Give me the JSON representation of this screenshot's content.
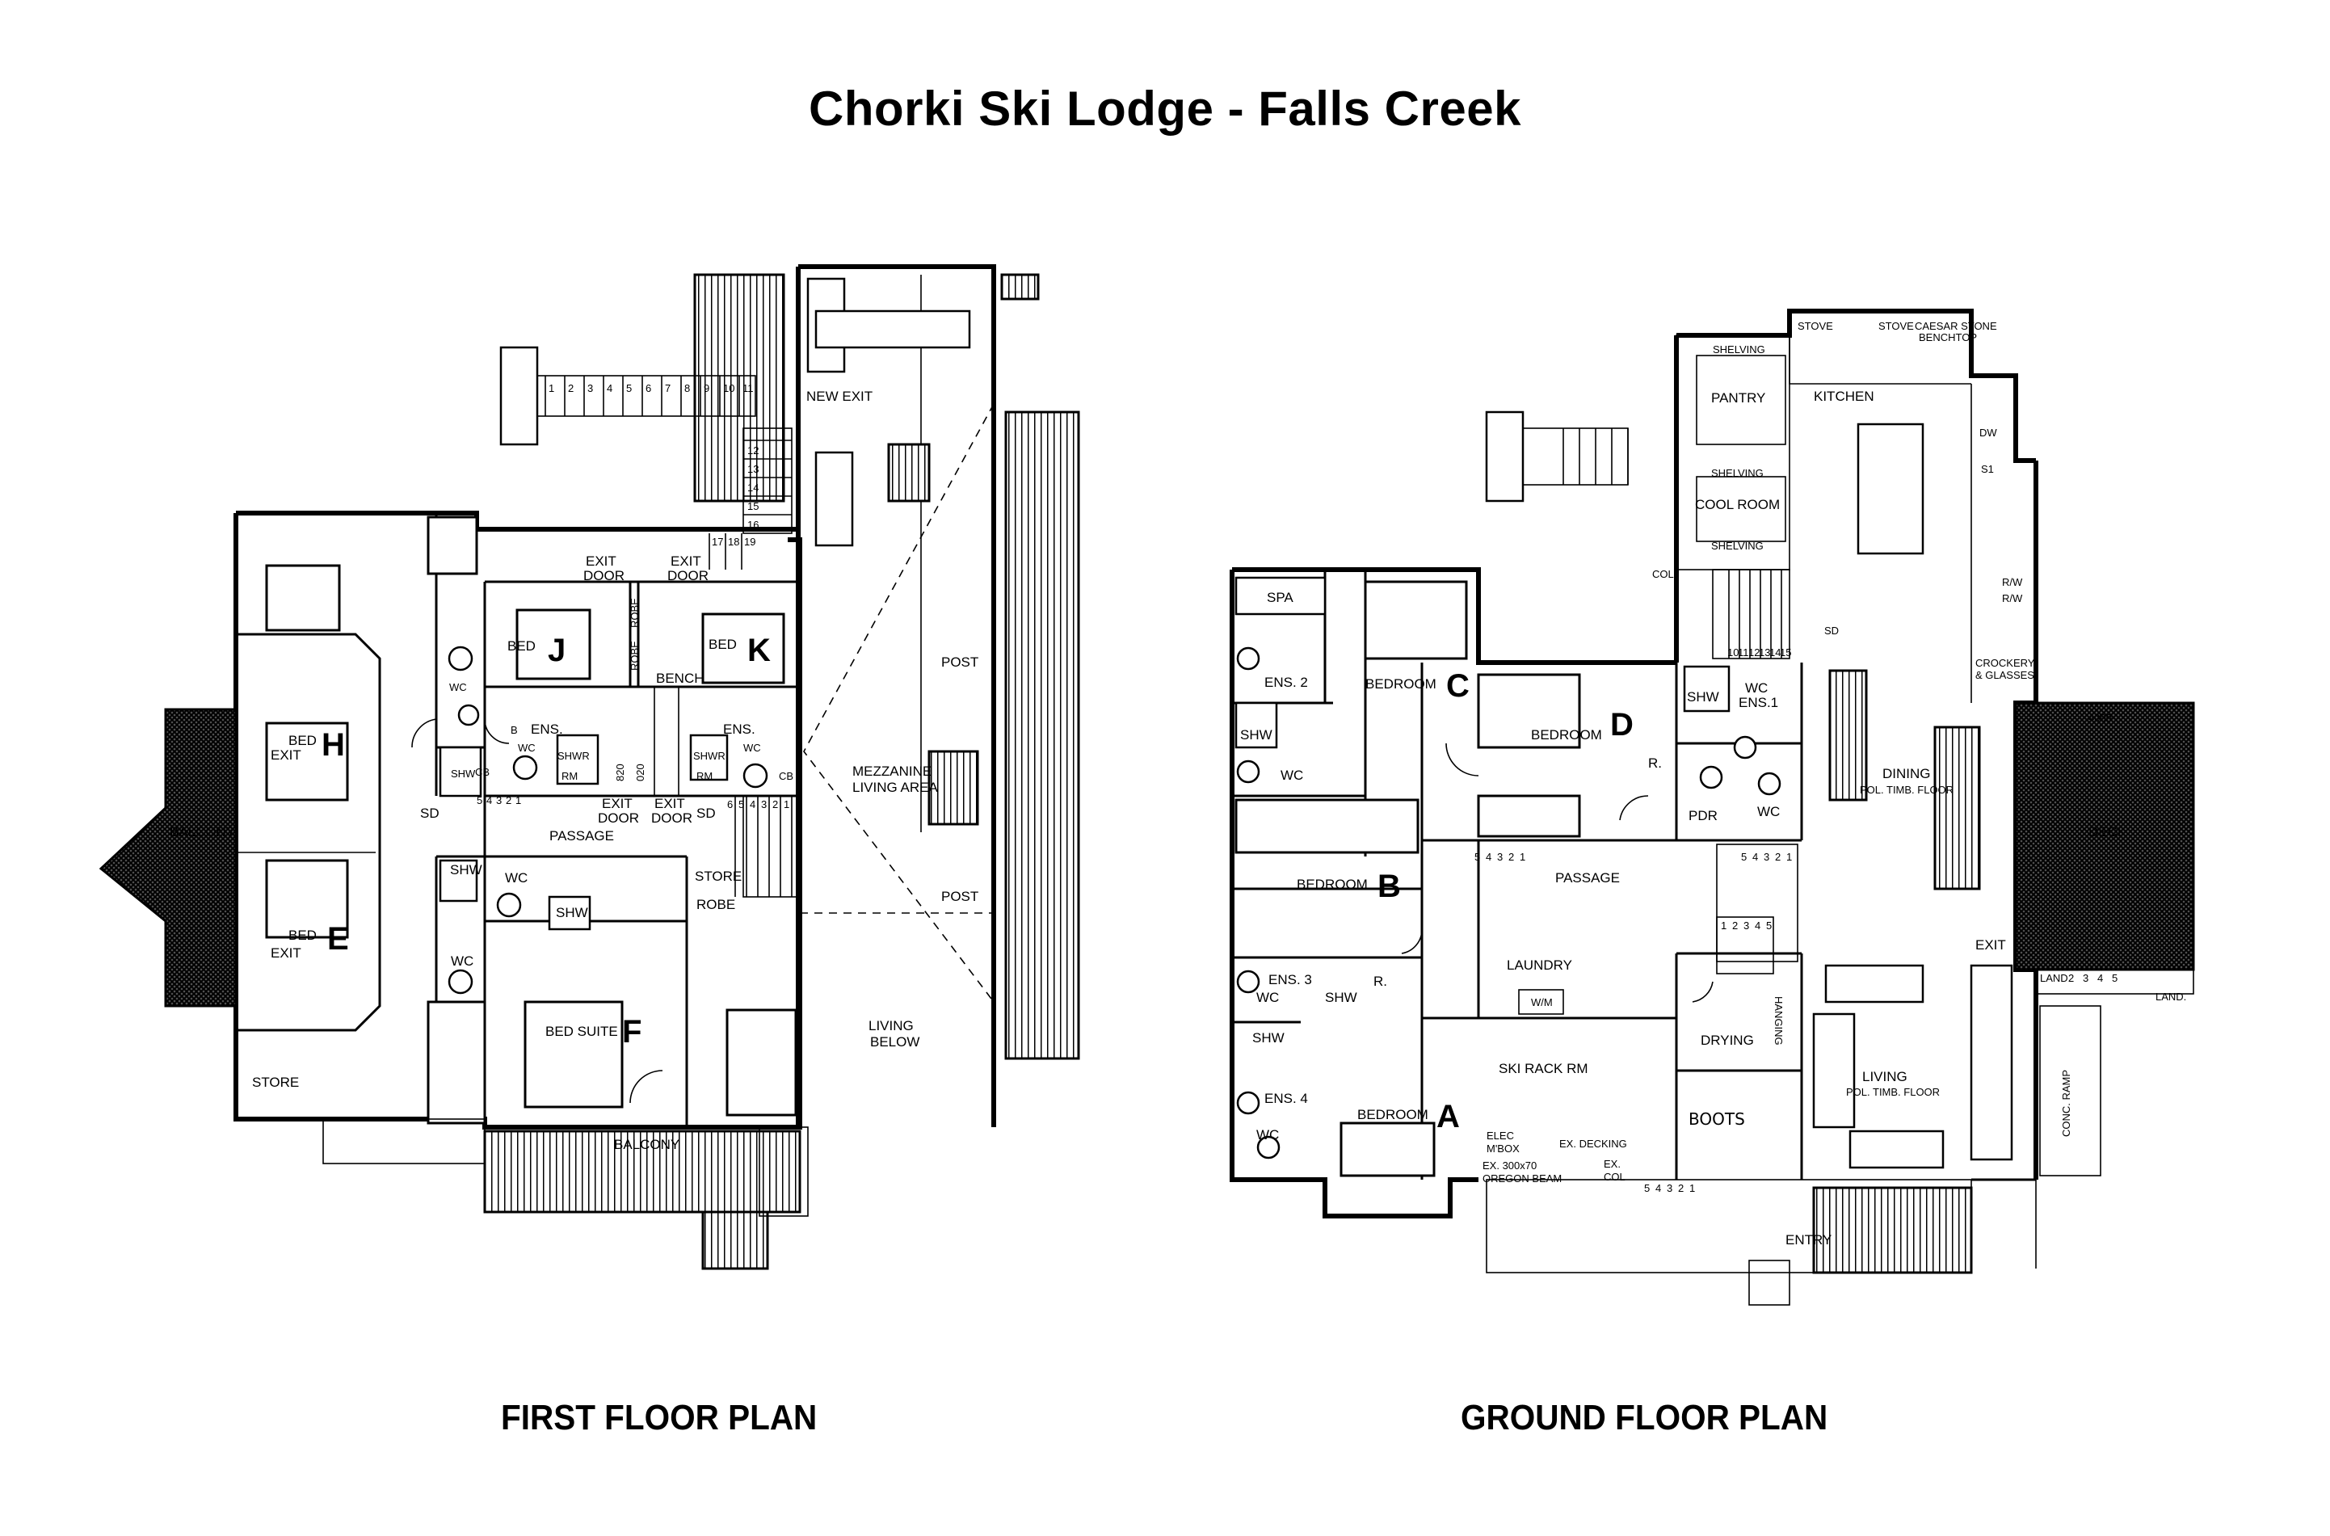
{
  "title": "Chorki Ski Lodge - Falls Creek",
  "first_floor": {
    "caption": "FIRST FLOOR PLAN",
    "rooms": {
      "bed_j": "J",
      "bed_k": "K",
      "bed_h": "H",
      "bed_e": "E",
      "bed_f": "F",
      "bed_label": "BED",
      "bed_exit": "EXIT",
      "bed_suite": "BED SUITE",
      "exit_door": "EXIT DOOR",
      "exit_word": "EXIT",
      "door_word": "DOOR",
      "robe": "ROBE",
      "bench": "BENCH",
      "ens": "ENS.",
      "shwr": "SHWR",
      "rm": "RM",
      "shw": "SHW",
      "wc": "WC",
      "b": "B",
      "cb": "CB",
      "sd": "SD",
      "passage": "PASSAGE",
      "store": "STORE",
      "balcony": "BALCONY",
      "new_exit": "NEW EXIT",
      "mezzanine": "MEZZANINE",
      "living_area": "LIVING AREA",
      "post": "POST",
      "living": "LIVING",
      "below": "BELOW",
      "dim_820": "820",
      "dim_020": "020"
    },
    "stair_numbers": [
      "1",
      "2",
      "3",
      "4",
      "5",
      "6",
      "7",
      "8",
      "9",
      "10",
      "11",
      "12",
      "13",
      "14",
      "15",
      "16",
      "17",
      "18",
      "19"
    ],
    "stair_small": [
      "5",
      "4",
      "3",
      "2",
      "1"
    ],
    "stair_small_2": [
      "6",
      "5",
      "4",
      "3",
      "2",
      "1"
    ]
  },
  "ground_floor": {
    "caption": "GROUND FLOOR PLAN",
    "rooms": {
      "bedroom": "BEDROOM",
      "a": "A",
      "b_room": "B",
      "c": "C",
      "d": "D",
      "spa": "SPA",
      "ens1": "ENS.1",
      "ens2": "ENS. 2",
      "ens3": "ENS. 3",
      "ens4": "ENS. 4",
      "wc": "WC",
      "shw": "SHW",
      "pdr": "PDR",
      "r": "R.",
      "b": "B",
      "passage": "PASSAGE",
      "laundry": "LAUNDRY",
      "wm": "W/M",
      "ski_rack": "SKI RACK RM",
      "drying": "DRYING",
      "hanging": "HANGING",
      "boots": "BOOTS",
      "elec": "ELEC",
      "mbox": "M'BOX",
      "ex_decking": "EX. DECKING",
      "ex_beam": "EX. 300x70",
      "oregon_beam": "OREGON BEAM",
      "ex_col": "EX.",
      "col": "COL",
      "entry": "ENTRY",
      "pantry": "PANTRY",
      "kitchen": "KITCHEN",
      "cool_room": "COOL ROOM",
      "shelving": "SHELVING",
      "stove": "STOVE",
      "dw": "DW",
      "caesar": "CAESAR STONE",
      "benchtop": "BENCHTOP",
      "dining": "DINING",
      "pol_timb": "POL. TIMB. FLOOR",
      "living": "LIVING",
      "crockery": "CROCKERY",
      "glasses": "& GLASSES",
      "deck": "DECK",
      "deck_dim": "4000",
      "exit": "EXIT",
      "land": "LAND.",
      "conc_ramp": "CONC. RAMP",
      "rw": "R/W",
      "sd": "SD",
      "s1": "S1"
    },
    "stair_numbers": [
      "1",
      "2",
      "3",
      "4",
      "5"
    ],
    "stair_numbers_long": [
      "10",
      "11",
      "12",
      "13",
      "14",
      "15"
    ],
    "stair_small": [
      "5",
      "4",
      "3",
      "2",
      "1"
    ],
    "landing_numbers": [
      "2",
      "3",
      "4",
      "5"
    ]
  }
}
